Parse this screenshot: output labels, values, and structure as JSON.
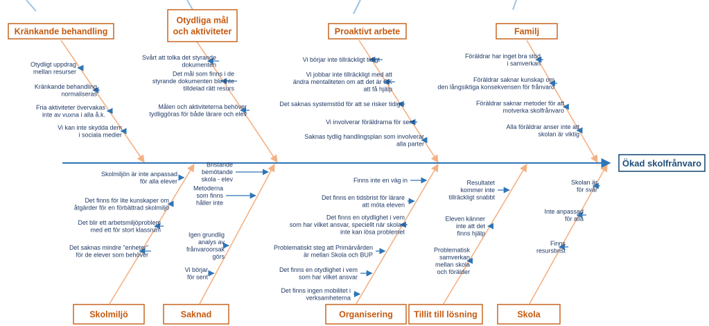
{
  "effect": "Ökad skolfrånvaro",
  "colors": {
    "spine": "#2e75b6",
    "branch": "#f4b183",
    "box_border": "#c55a11",
    "box_text": "#c55a11",
    "arrow": "#2e75b6",
    "effect_border": "#1f4e79",
    "effect_text": "#1f4e79",
    "cause_text": "#1f3864",
    "top_lines": "#9dc3e6"
  },
  "top_categories": [
    {
      "title": [
        "Kränkande behandling"
      ],
      "causes": [
        [
          "Otydligt uppdrag",
          "mellan resurser"
        ],
        [
          "Kränkande behandling",
          "normaliseras"
        ],
        [
          "Fria aktiviteter övervakas",
          "inte av vuxna i alla å.k."
        ],
        [
          "Vi kan inte skydda dem",
          "i sociala medier"
        ]
      ]
    },
    {
      "title": [
        "Otydliga mål",
        "och aktiviteter"
      ],
      "causes": [
        [
          "Svårt att tolka det styrande",
          "dokumenten"
        ],
        [
          "Det mål som finns i de",
          "styrande  dokumenten blir inte",
          "tilldelad rätt resurs"
        ],
        [
          "Målen och aktiviteterna behöver",
          "tydliggöras för både lärare och elev"
        ]
      ]
    },
    {
      "title": [
        "Proaktivt arbete"
      ],
      "causes": [
        [
          "Vi börjar inte tillräckligt tidigt"
        ],
        [
          "Vi jobbar inte tillräckligt med att",
          "ändra mentaliteten om att det är OK",
          "att få hjälp"
        ],
        [
          "Det saknas systemstöd för att se risker tidigt"
        ],
        [
          "Vi involverar föräldrarna för sent"
        ],
        [
          "Saknas tydlig handlingsplan som involverar",
          "alla parter"
        ]
      ]
    },
    {
      "title": [
        "Familj"
      ],
      "causes": [
        [
          "Föräldrar har inget bra stöd",
          "i samverkan"
        ],
        [
          "Föräldrar saknar kunskap om",
          "den långsiktiga konsekvensen för frånvaro"
        ],
        [
          "Föräldrar saknar metoder för att",
          "motverka skolfrånvaro"
        ],
        [
          "Alla föräldrar anser inte att",
          "skolan är viktig"
        ]
      ]
    }
  ],
  "bottom_categories": [
    {
      "title": [
        "Skolmiljö"
      ],
      "causes": [
        [
          "Skolmiljön är inte anpassad",
          "för alla elever"
        ],
        [
          "Det finns för lite kunskaper om",
          "åtgärder för en förbättrad skolmiljö"
        ],
        [
          "Det blir ett arbetsmiljöproblem",
          "med ett för stort klassrum"
        ],
        [
          "Det saknas mindre ”enheter”",
          "för de elever som behöver"
        ]
      ]
    },
    {
      "title": [
        "Saknad"
      ],
      "causes": [
        [
          "Bristande",
          "bemötande",
          "skola - elev"
        ],
        [
          "Metoderna",
          "som finns",
          "håller inte"
        ],
        [
          "Igen grundlig",
          "analys av",
          "frånvaroorsak",
          "görs"
        ],
        [
          "Vi börjar",
          "för sent"
        ]
      ]
    },
    {
      "title": [
        "Organisering"
      ],
      "causes": [
        [
          "Finns inte en väg in"
        ],
        [
          "Det finns en tidsbrist för lärare",
          "att möta eleven"
        ],
        [
          "Det finns en otydlighet i vem",
          "som har vilket ansvar, speciellt när skolan",
          "inte kan lösa problemet"
        ],
        [
          "Problematiskt steg att Primärvården",
          "är mellan Skola och BUP"
        ],
        [
          "Det finns en otydlighet i vem",
          "som har vilket ansvar"
        ],
        [
          "Det finns ingen mobilitet i",
          "verksamheterna"
        ]
      ]
    },
    {
      "title": [
        "Tillit till lösning"
      ],
      "causes": [
        [
          "Resultatet",
          "kommer inte",
          "tillräckligt snabbt"
        ],
        [
          "Eleven känner",
          "inte att det",
          "finns hjälp"
        ],
        [
          "Problematisk",
          "samverkan",
          "mellan skola",
          "och förälder"
        ]
      ]
    },
    {
      "title": [
        "Skola"
      ],
      "causes": [
        [
          "Skolan är",
          "för svår"
        ],
        [
          "Inte anpassad",
          "för alla"
        ],
        [
          "Finns",
          "resursbrist"
        ]
      ]
    }
  ]
}
